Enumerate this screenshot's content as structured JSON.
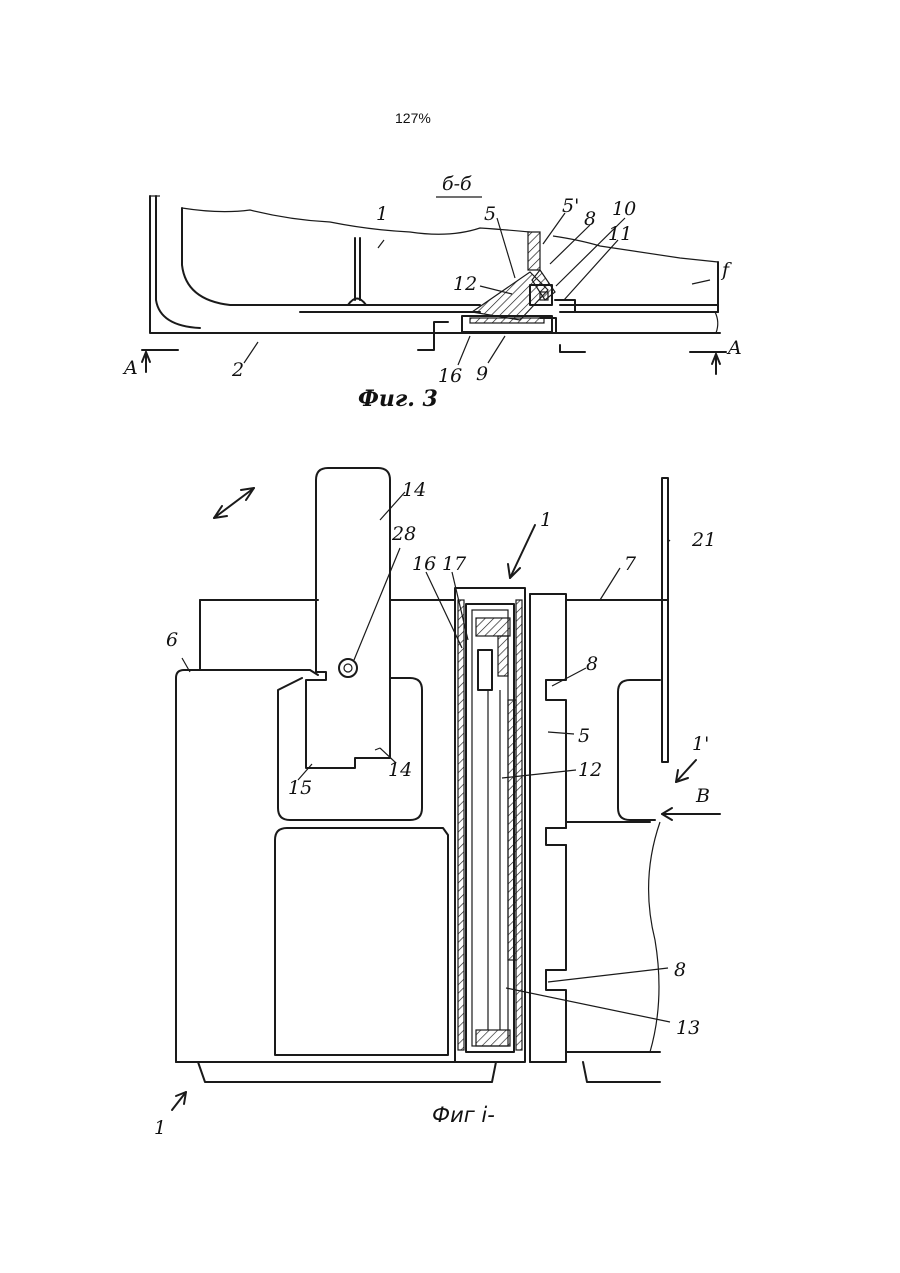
{
  "zoom_level": "127%",
  "fig3": {
    "caption": "Фиг. 3",
    "section_label": "б-б",
    "section_mark_left": "A",
    "section_mark_right": "A",
    "labels": {
      "l1": "1",
      "l2": "2",
      "l5": "5",
      "l5p": "5'",
      "l8": "8",
      "l10": "10",
      "l11": "11",
      "l12": "12",
      "lf": "f",
      "l16": "16",
      "l9": "9"
    }
  },
  "fig_lower": {
    "caption": "Фиг і-",
    "labels": {
      "l14a": "14",
      "l28": "28",
      "l1": "1",
      "l21": "21",
      "l16": "16",
      "l17": "17",
      "l7": "7",
      "l6": "6",
      "l8a": "8",
      "l5": "5",
      "l1p": "1'",
      "lB": "B",
      "l12": "12",
      "l15": "15",
      "l14b": "14",
      "l8b": "8",
      "l13": "13",
      "l1bottom": "1"
    }
  }
}
